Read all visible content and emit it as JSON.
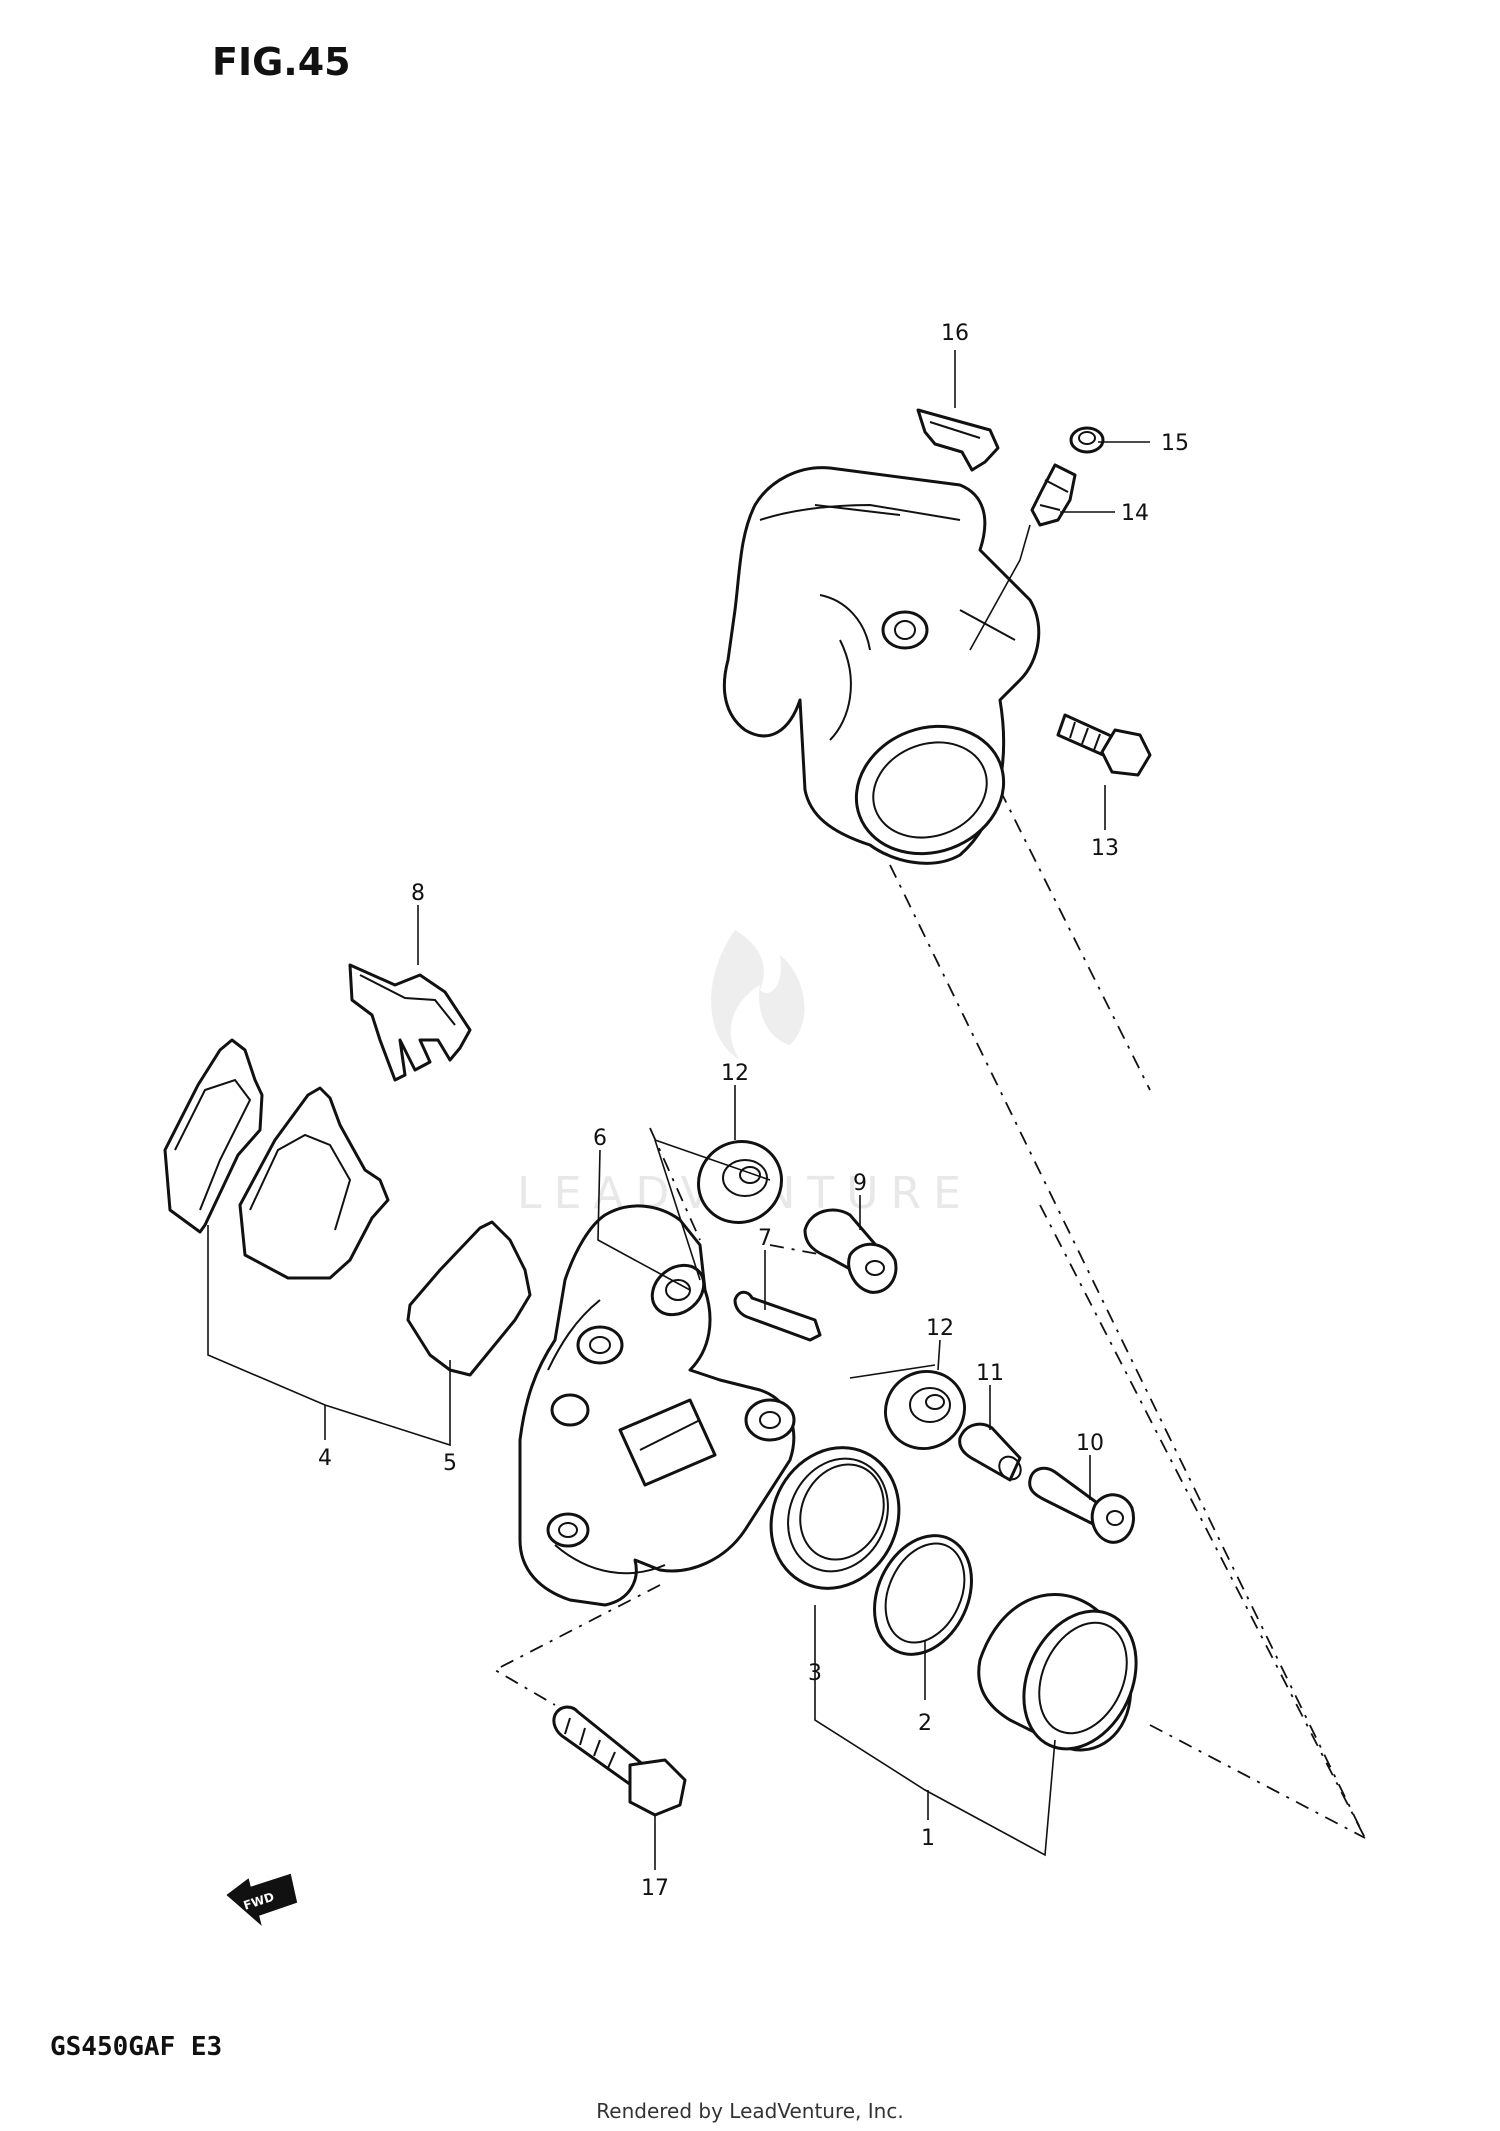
{
  "figure": {
    "title": "FIG.45"
  },
  "model_code": "GS450GAF E3",
  "watermark": "LEADVENTURE",
  "footer": "Rendered by LeadVenture, Inc.",
  "fwd_label": "FWD",
  "callouts": [
    {
      "id": "c1",
      "text": "1"
    },
    {
      "id": "c2",
      "text": "2"
    },
    {
      "id": "c3",
      "text": "3"
    },
    {
      "id": "c4",
      "text": "4"
    },
    {
      "id": "c5",
      "text": "5"
    },
    {
      "id": "c6",
      "text": "6"
    },
    {
      "id": "c7",
      "text": "7"
    },
    {
      "id": "c8",
      "text": "8"
    },
    {
      "id": "c9",
      "text": "9"
    },
    {
      "id": "c10",
      "text": "10"
    },
    {
      "id": "c11",
      "text": "11"
    },
    {
      "id": "c12a",
      "text": "12"
    },
    {
      "id": "c12b",
      "text": "12"
    },
    {
      "id": "c13",
      "text": "13"
    },
    {
      "id": "c14",
      "text": "14"
    },
    {
      "id": "c15",
      "text": "15"
    },
    {
      "id": "c16",
      "text": "16"
    },
    {
      "id": "c17",
      "text": "17"
    }
  ]
}
